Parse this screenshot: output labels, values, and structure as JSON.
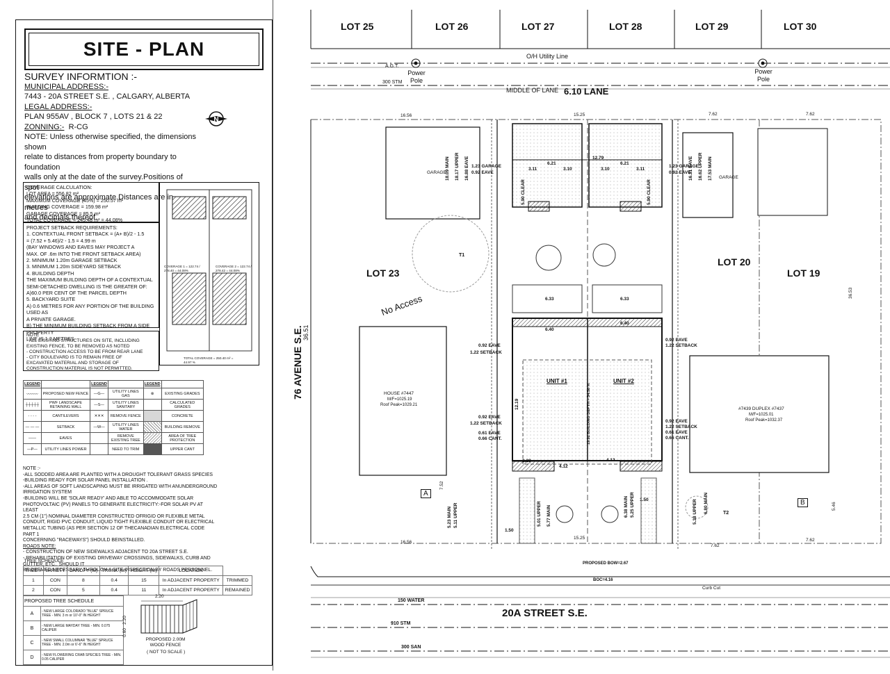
{
  "sheet_title": "SITE - PLAN",
  "survey": {
    "heading": "SURVEY INFORMTION :-",
    "municipal_label": "MUNICIPAL ADDRESS:-",
    "municipal_value": "7443 - 20A STREET S.E. , CALGARY, ALBERTA",
    "legal_label": "LEGAL ADDRESS:-",
    "legal_value": "PLAN 955AV , BLOCK 7 , LOTS 21 & 22",
    "zoning_label": "ZONNING:-",
    "zoning_value": "R-CG",
    "note_lines": [
      "NOTE: Unless otherwise specified, the dimensions shown",
      "relate to distances from property boundary to foundation",
      "walls only at the date of the survey.Positions of spot",
      "elevations are approximate.Distances are in metres",
      "and decimals thereof."
    ]
  },
  "coverage": {
    "lines": [
      "COVERAGE CALCULATION:",
      "LOT AREA = 556.82 m²",
      "MAXIMUM COVERAGE (45%) = 250.57 m²",
      "BUILDING COVERAGE = 159.98 m²",
      "GARAGE COVERAGE = 85.5 m²",
      "TOTAL COVERAGE = 245.48 m² = 44.08%"
    ]
  },
  "setback": {
    "lines": [
      "PROJECT SETBACK REQUIREMENTS:",
      "1. CONTEXTUAL FRONT SETBACK = (A+ B)/2 - 1.5",
      "   = (7.52 + 5.46)/2 - 1.5 = 4.99 m",
      "   (BAY WINDOWS  AND EAVES MAY PROJECT A",
      "   MAX. OF .6m INTO THE FRONT SETBACK AREA)",
      "2. MINIMUM 1.20m GARAGE SETBACK",
      "3. MINIMUM 1.20m SIDEYARD SETBACK",
      "4. BUILDING DEPTH",
      "THE MAXIMUM BUILDING DEPTH OF A CONTEXTUAL",
      "SEMI-DETACHED DWELLING IS THE GREATER OF:",
      "A)60.0 PER CENT OF THE PARCEL DEPTH",
      "5. BACKYARD SUITE",
      "A) 0.6 METRES FOR ANY PORTION OF THE BUILDING USED AS",
      "A PRIVATE GARAGE.",
      " B) THE MINIMUM BUILDING SETBACK FROM A SIDE PROPERTY",
      "LINE IS 1.2 METRES"
    ]
  },
  "diagram": {
    "coverage_1": "COVERAGE 1 = 122.74 / 278.40 = 44.08%",
    "coverage_2": "COVERAGE 2 = 122.74 / 278.42 = 44.08%",
    "total": "TOTAL COVERAGE = 250.40 m² = 44.97 %"
  },
  "notes_box": {
    "lines": [
      "NOTE",
      "- ALL EXISTING STRUCTURES ON SITE, INCLUDING",
      "  EXISTING FENCE, TO BE REMOVED AS NOTED",
      "- CONSTRUCTION ACCESS TO BE FROM REAR LANE",
      "- CITY BOULEVARD IS TO REMAIN FREE OF",
      "  EXCAVATED MATERIAL AND STORAGE OF",
      "  CONSTRUCTION MATERIAL IS NOT PERMITTED."
    ]
  },
  "legend": {
    "header": [
      "LEGEND",
      "LEGEND",
      "LEGEND"
    ],
    "rows": [
      [
        "PROPOSED NEW FENCE",
        "UTILITY LINES GAS",
        "EXISTING GRADES"
      ],
      [
        "PWF LANDSCAPE RETAINING WALL",
        "UTILITY LINES SANITARY",
        "CALCULATED GRADES"
      ],
      [
        "CANTILEVERS",
        "REMOVE FENCE",
        "CONCRETE"
      ],
      [
        "SETBACK",
        "UTILITY LINES WATER",
        "BUILDING REMOVE"
      ],
      [
        "EAVES",
        "REMOVE EXISTING TREE",
        "AREA OF TREE PROTECTION"
      ],
      [
        "UTILITY LINES POWER",
        "NEED TO TRIM",
        "UPPER CANT"
      ]
    ]
  },
  "notes2": {
    "lines": [
      "NOTE :-",
      "-ALL SODDED AREA ARE PLANTED WITH A DROUGHT TOLERANT GRASS SPECIES",
      "-BUILDING READY FOR SOLAR PANEL INSTALLATION .",
      "-ALL AREAS OF SOFT LANDSCAPING MUST BE IRRIGATED WITH ANUNDERGROUND",
      "IRRIGATION SYSTEM",
      "-BUILDING WILL BE 'SOLAR READY' AND ABLE TO ACCOMMODATE SOLAR",
      "PHOTOVOLTAIC (PV) PANELS TO GENERATE ELECTRICITY:-FOR SOLAR PV AT LEAST",
      "2.5 CM (1\") NOMINAL DIAMETER CONSTRUCTED OFRIGID OR FLEXIBLE METAL",
      "CONDUIT, RIGID PVC CONDUIT, LIQUID TIGHT FLEXIBLE CONDUIT OR ELECTRICAL",
      "METALLIC TUBING (AS PER SECTION 12 OF THECANADIAN ELECTRICAL CODE PART 1",
      "CONCERNING \"RACEWAYS\") SHOULD BEINSTALLED.",
      "ROADS NOTE:",
      "- CONSTRUCTION OF NEW SIDEWALKS ADJACENT TO 20A STREET S.E.",
      "- REHABILITATION OF EXISTING DRIVEWAY CROSSINGS, SIDEWALKS, CURB AND",
      "GUTTER, ETC., SHOULD IT",
      "BE DEEMED NECESSARY THROUGH A SITE INSPECTION BY ROADS PERSONNEL."
    ]
  },
  "tree_schedule": {
    "title": "TREE SCHEDULE",
    "headers": [
      "TREE #",
      "VARIETY",
      "CANOPY (M)",
      "TRUNK (M)",
      "HEIGHT (M)",
      "LOCATION",
      ""
    ],
    "rows": [
      [
        "1",
        "CON",
        "8",
        "0.4",
        "15",
        "In ADJACENT PROPERTY",
        "TRIMMED"
      ],
      [
        "2",
        "CON",
        "5",
        "0.4",
        "11",
        "In ADJACENT PROPERTY",
        "REMAINED"
      ]
    ]
  },
  "proposed_trees": {
    "title": "PROPOSED TREE SCHEDULE",
    "rows": [
      [
        "A",
        "- NEW LARGE COLORADO \"BLUE\" SPRUCE TREE - MIN. 3 m or 10'-0\" IN HEIGHT"
      ],
      [
        "B",
        "- NEW LARGE MAYDAY TREE - MIN. 0.075 CALIPER"
      ],
      [
        "C",
        "- NEW SMALL COLUMNAR \"BLUE\" SPRUCE TREE - MIN. 2.0m or 6'-6\" IN HEIGHT"
      ],
      [
        "D",
        "- NEW FLOWERING CRAB SPECIES TREE - MIN. 0.05 CALIPER"
      ]
    ],
    "fence_label": "PROPOSED 2.00M WOOD FENCE",
    "fence_scale": "( NOT TO SCALE )",
    "fence_width": "2.20",
    "fence_height": "2.20",
    "fence_base": "0.60"
  },
  "plan": {
    "lots_top": [
      "LOT 25",
      "LOT 26",
      "LOT 27",
      "LOT 28",
      "LOT 29",
      "LOT 30"
    ],
    "lot_23": "LOT 23",
    "lot_20": "LOT 20",
    "lot_19": "LOT 19",
    "avenue": "76   AVENUE   S.E.",
    "street": "20A   STREET   S.E.",
    "lane": "6.10   LANE",
    "middle_of_lane": "MIDDLE OF LANE",
    "utility_line": "O/H Utility Line",
    "agt": "A.G.T.",
    "power_pole": "Power Pole",
    "no_access": "No  Access",
    "stm_300": "300 STM",
    "water_150": "150 WATER",
    "stm_910": "910 STM",
    "san_300": "300 SAN",
    "unit_1": "UNIT #1",
    "unit_2": "UNIT #2",
    "garage": "GARAGE",
    "house_7447": "HOUSE #7447",
    "house_7447_mf": "M/F=1025.19",
    "house_7447_peak": "Roof Peak=1029.21",
    "duplex": "#7439 DUPLEX #7437",
    "duplex_mf": "M/F=1025.01",
    "duplex_peak": "Roof Peak=1032.37",
    "tree_t1": "T1",
    "tree_t2": "T2",
    "marker_a": "A",
    "marker_b": "B",
    "curb_cut": "Curb Cut",
    "dims": {
      "lot_width_left": "16.56",
      "lot_width_mid": "15.25",
      "lot_width_right": "7.62",
      "lot_width_far": "7.62",
      "depth": "36.51",
      "depth_right": "36.53",
      "garage_setback": "1.23 GARAGE",
      "eave_092": "0.92 EAVE",
      "setback_122": "1.22 SETBACK",
      "eave_061": "0.61 EAVE",
      "cant_066": "0.66 CANT.",
      "upper_1817": "18.17 UPPER",
      "main_1809": "18.09 MAIN",
      "eave_1688": "16.88 EAVE",
      "eave_1631": "16.31 EAVE",
      "upper_1662": "16.62 UPPER",
      "main_1753": "17.53 MAIN",
      "d_621": "6.21",
      "d_311": "3.11",
      "d_310": "3.10",
      "d_1279": "12.79",
      "d_633": "6.33",
      "d_640": "6.40",
      "d_412": "4.12",
      "d_228": "2.28",
      "d_150": "1.50",
      "d_752": "7.52",
      "d_546": "5.46",
      "d_1219": "12.19",
      "depth_note": "19.92 BUILDING DEPTH = 54.56 %",
      "bow": "PROPOSED BOW=2.67",
      "boc": "BOC=4.16",
      "clear_590": "5.90 CLEAR",
      "main_523": "5.23 MAIN",
      "upper_511": "5.11 UPPER",
      "main_577": "5.77 MAIN",
      "upper_501": "5.01 UPPER",
      "main_638": "6.38 MAIN",
      "upper_525": "5.25 UPPER",
      "main_680": "6.80 MAIN",
      "upper_538": "5.38 UPPER"
    }
  }
}
